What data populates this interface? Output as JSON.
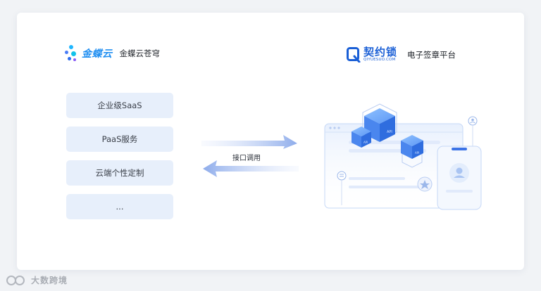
{
  "left_brand": {
    "logo_text": "金蝶云",
    "description": "金蝶云苍穹"
  },
  "right_brand": {
    "logo_text": "契约锁",
    "logo_subtext": "QIYUESUO.COM",
    "description": "电子签章平台"
  },
  "capabilities": [
    {
      "label": "企业级SaaS"
    },
    {
      "label": "PaaS服务"
    },
    {
      "label": "云端个性定制"
    },
    {
      "label": "..."
    }
  ],
  "connector": {
    "label": "接口调用"
  },
  "illustration": {
    "cube_labels": [
      "API",
      "API",
      "API"
    ]
  },
  "watermark": {
    "text": "大数跨境"
  },
  "colors": {
    "brand_blue": "#1f8ef1",
    "qys_blue": "#1a5fd6",
    "pill_bg": "#e7effb",
    "arrow_blue": "#9fb9ef"
  }
}
